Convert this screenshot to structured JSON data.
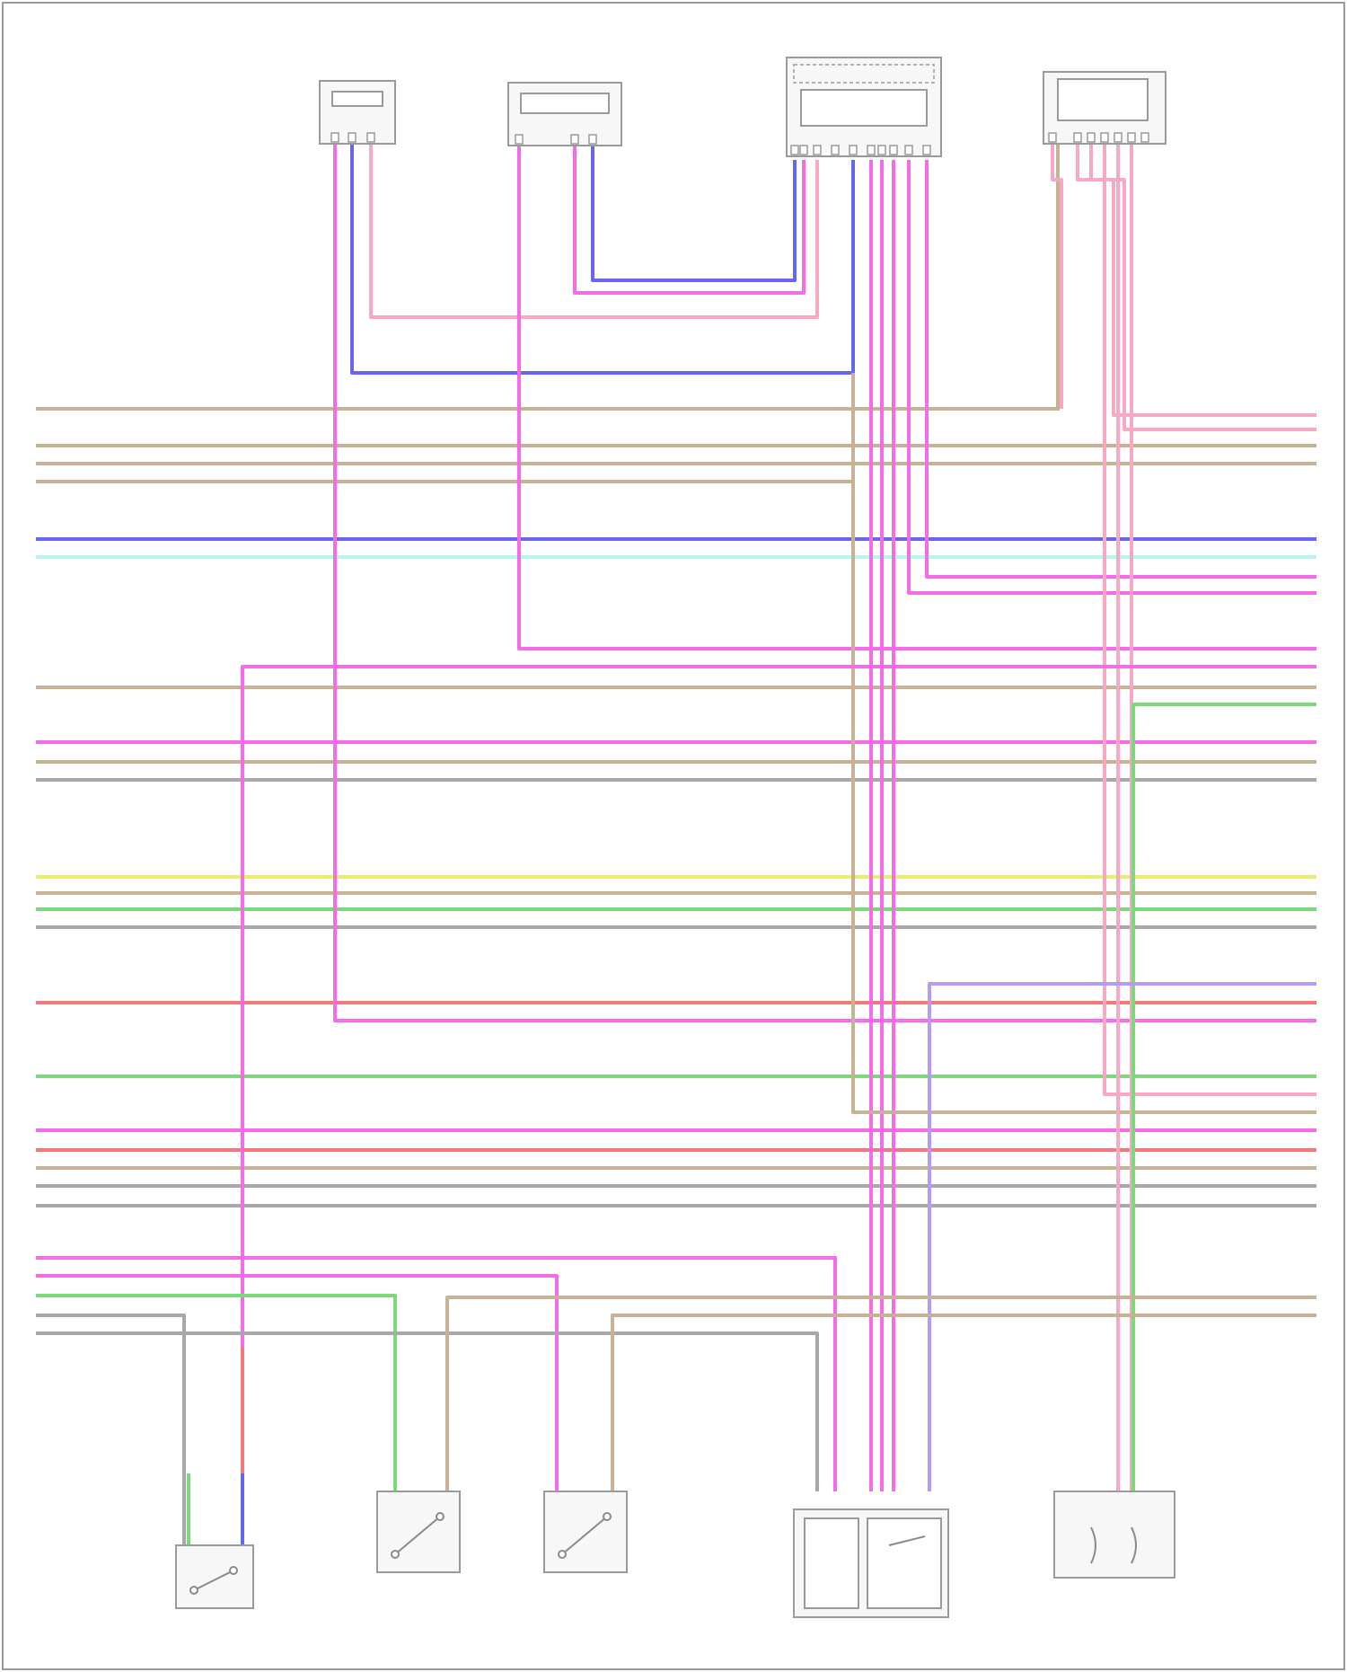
{
  "diagram": {
    "footer": "",
    "components_top": [
      {
        "id": "c1",
        "label": ""
      },
      {
        "id": "c2",
        "label": ""
      },
      {
        "id": "c3",
        "label": ""
      },
      {
        "id": "c4",
        "label": ""
      }
    ],
    "components_bottom": [
      {
        "id": "b1",
        "label": ""
      },
      {
        "id": "b2",
        "label": ""
      },
      {
        "id": "b3",
        "label": ""
      },
      {
        "id": "b4",
        "label": ""
      },
      {
        "id": "b5",
        "label": ""
      }
    ],
    "wire_colors": {
      "tan": "#c7b296",
      "pink": "#f56ce8",
      "lightpink": "#f7a9c4",
      "blue": "#6666ee",
      "cyan": "#b8f3f8",
      "yellow": "#ecec74",
      "green": "#7ad97a",
      "red": "#f37878",
      "gray": "#a8a8a8",
      "lavender": "#b59cf3",
      "darkgray": "#8a8a8a"
    }
  }
}
